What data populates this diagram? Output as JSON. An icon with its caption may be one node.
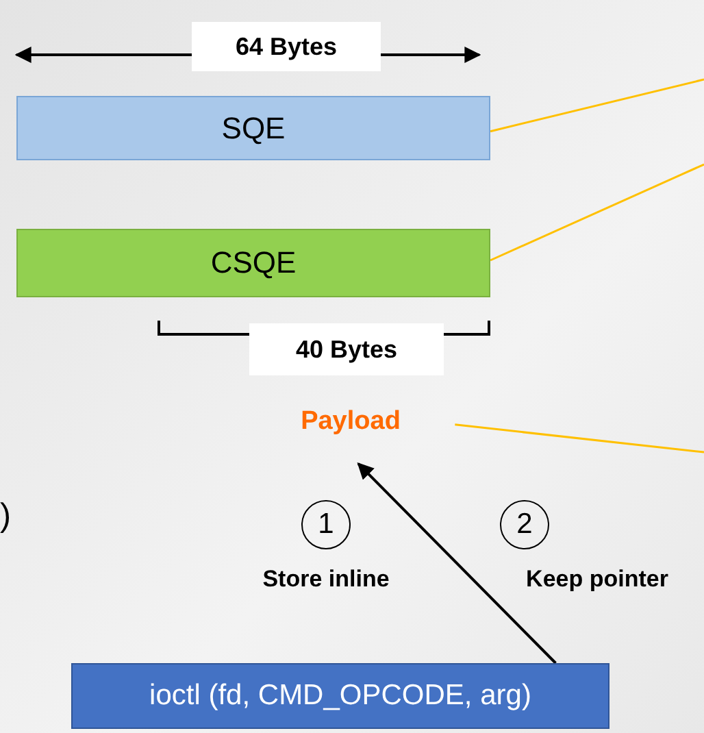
{
  "diagram": {
    "nodes": [
      {
        "text": [
          "SQE"
        ]
      },
      {
        "text": [
          "CSQE"
        ]
      },
      {
        "text": [
          "Payload"
        ]
      },
      {
        "text": [
          "1"
        ],
        "beside": [
          "Store inline"
        ]
      },
      {
        "text": [
          "2"
        ],
        "beside": [
          "Keep pointer"
        ]
      },
      {
        "text": [
          "ioctl (fd, CMD_OPCODE, arg)"
        ]
      }
    ],
    "edges": [
      {
        "from": 0,
        "to": null,
        "arrow": "none"
      },
      {
        "from": 1,
        "to": null,
        "arrow": "none"
      },
      {
        "from": 2,
        "to": null,
        "arrow": "none"
      },
      {
        "from": 5,
        "to": 2,
        "arrow": "to",
        "color": "#000000"
      }
    ],
    "labels": [
      "64 Bytes",
      "40 Bytes",
      ")"
    ]
  }
}
